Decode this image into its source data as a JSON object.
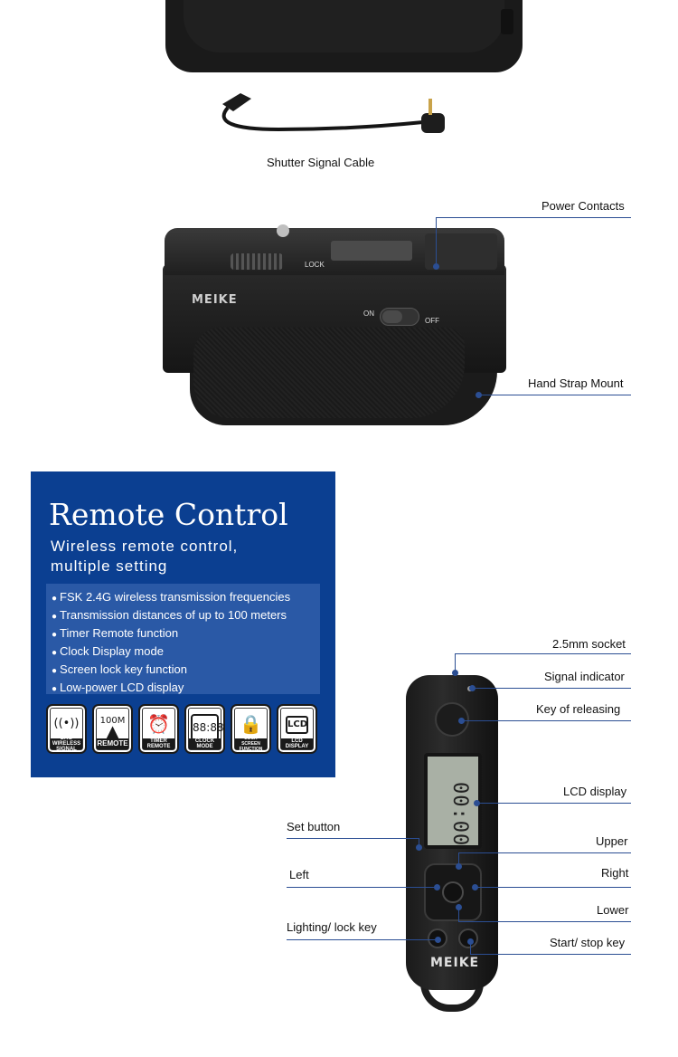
{
  "cable": {
    "caption": "Shutter Signal Cable"
  },
  "grip": {
    "logo": "MEIKE",
    "lock_label": "LOCK",
    "switch_on": "ON",
    "switch_off": "OFF",
    "callouts": {
      "power_contacts": "Power Contacts",
      "hand_strap_mount": "Hand Strap Mount"
    }
  },
  "remote_panel": {
    "title": "Remote Control",
    "subtitle_line1": "Wireless remote control,",
    "subtitle_line2": "multiple setting",
    "features": [
      "FSK 2.4G wireless transmission frequencies",
      "Transmission distances of up to 100 meters",
      "Timer Remote function",
      "Clock Display mode",
      "Screen lock key function",
      "Low-power LCD display"
    ],
    "icons": [
      {
        "name": "wireless-signal-icon",
        "glyph": "((•))",
        "caption": "2.4G WIRELESS SIGNAL"
      },
      {
        "name": "remote-icon",
        "glyph": "100M",
        "caption": "REMOTE"
      },
      {
        "name": "timer-icon",
        "glyph": "⏰",
        "caption": "TIMER REMOTE"
      },
      {
        "name": "clock-icon",
        "glyph": "88:88",
        "caption": "CLOCK MODE"
      },
      {
        "name": "lock-icon",
        "glyph": "🔒",
        "caption": "LOCK SCREEN FUNCTION"
      },
      {
        "name": "lcd-icon",
        "glyph": "LCD",
        "caption": "LCD DISPLAY"
      }
    ]
  },
  "remote_device": {
    "logo": "MEIKE",
    "lcd_digits": "00:00",
    "callouts": {
      "socket": "2.5mm socket",
      "signal_indicator": "Signal indicator",
      "key_of_releasing": "Key of releasing",
      "lcd_display": "LCD display",
      "set_button": "Set button",
      "upper": "Upper",
      "left": "Left",
      "right": "Right",
      "lower": "Lower",
      "lighting_lock": "Lighting/ lock key",
      "start_stop": "Start/ stop key"
    }
  },
  "colors": {
    "panel_blue": "#0b3f91",
    "feature_box": "#2a59a6",
    "callout_line": "#2b4e93"
  }
}
